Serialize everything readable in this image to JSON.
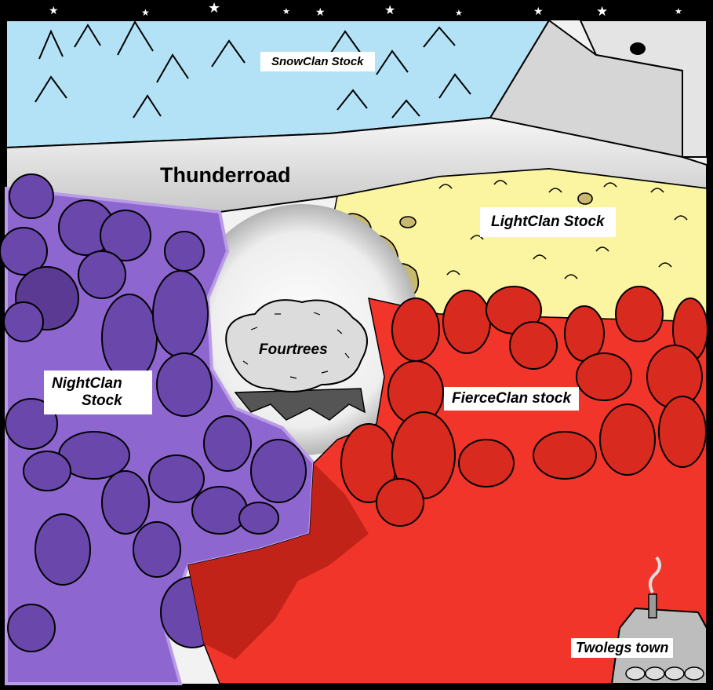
{
  "regions": {
    "snowclan": {
      "label": "SnowClan Stock",
      "color": "#b3e2f7"
    },
    "thunderroad": {
      "label": "Thunderroad",
      "color": "#ececec"
    },
    "lightclan": {
      "label": "LightClan Stock",
      "color": "#fbf4a0"
    },
    "fourtrees": {
      "label": "Fourtrees",
      "color": "#e6e6e6"
    },
    "nightclan": {
      "label_line1": "NightClan",
      "label_line2": "Stock",
      "color": "#8e66cf"
    },
    "fierceclan": {
      "label": "FierceClan stock",
      "color": "#f1352a"
    },
    "twolegs": {
      "label": "Twolegs town",
      "color": "#bdbdbd"
    }
  },
  "colors": {
    "border": "#000000",
    "night_tree": "#6a47aa",
    "fierce_tree": "#d82a1e",
    "light_bush": "#c9b86f",
    "sky_star": "#ffffff"
  }
}
